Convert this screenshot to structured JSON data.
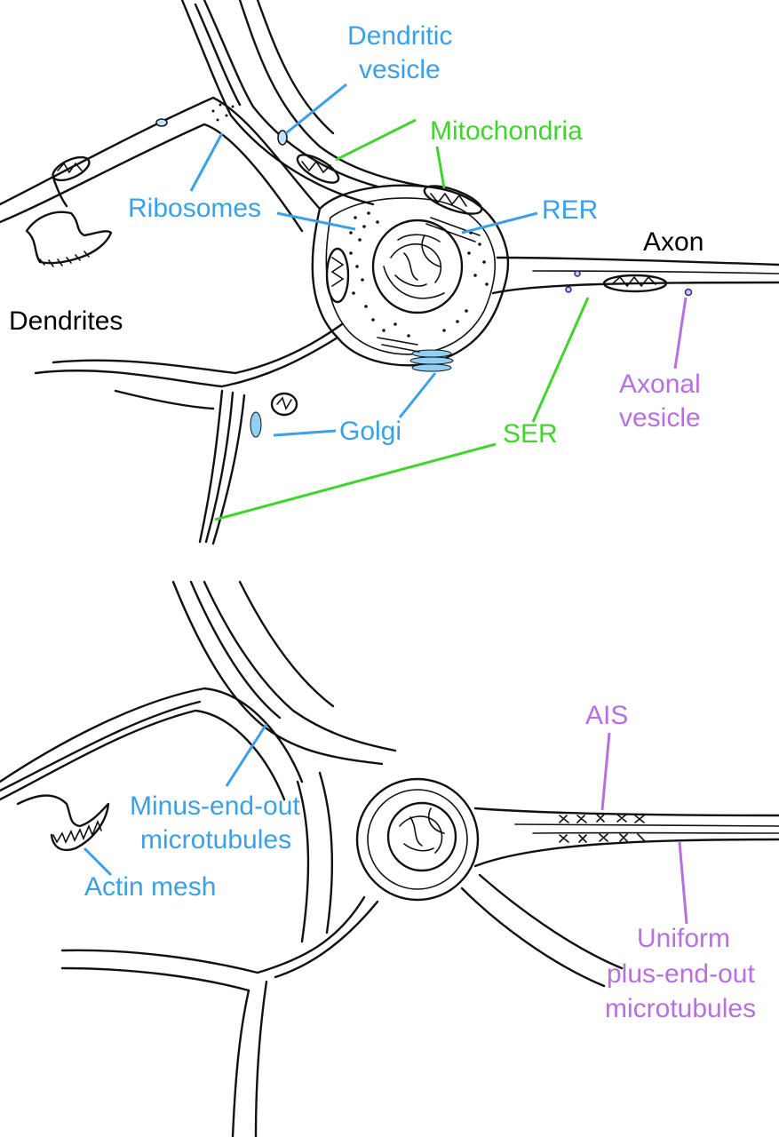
{
  "colors": {
    "dendrite_label": "#3aa0e8",
    "organelle_green": "#3fd62b",
    "axon_label": "#b86fe0",
    "outline": "#111111"
  },
  "top_panel": {
    "labels": {
      "dendritic_vesicle_1": "Dendritic",
      "dendritic_vesicle_2": "vesicle",
      "mitochondria": "Mitochondria",
      "ribosomes": "Ribosomes",
      "rer": "RER",
      "axon": "Axon",
      "dendrites": "Dendrites",
      "axonal_vesicle_1": "Axonal",
      "axonal_vesicle_2": "vesicle",
      "golgi": "Golgi",
      "ser": "SER"
    }
  },
  "bottom_panel": {
    "labels": {
      "ais": "AIS",
      "minus_end_1": "Minus-end-out",
      "minus_end_2": "microtubules",
      "actin_mesh": "Actin mesh",
      "uniform_1": "Uniform",
      "uniform_2": "plus-end-out",
      "uniform_3": "microtubules"
    }
  }
}
